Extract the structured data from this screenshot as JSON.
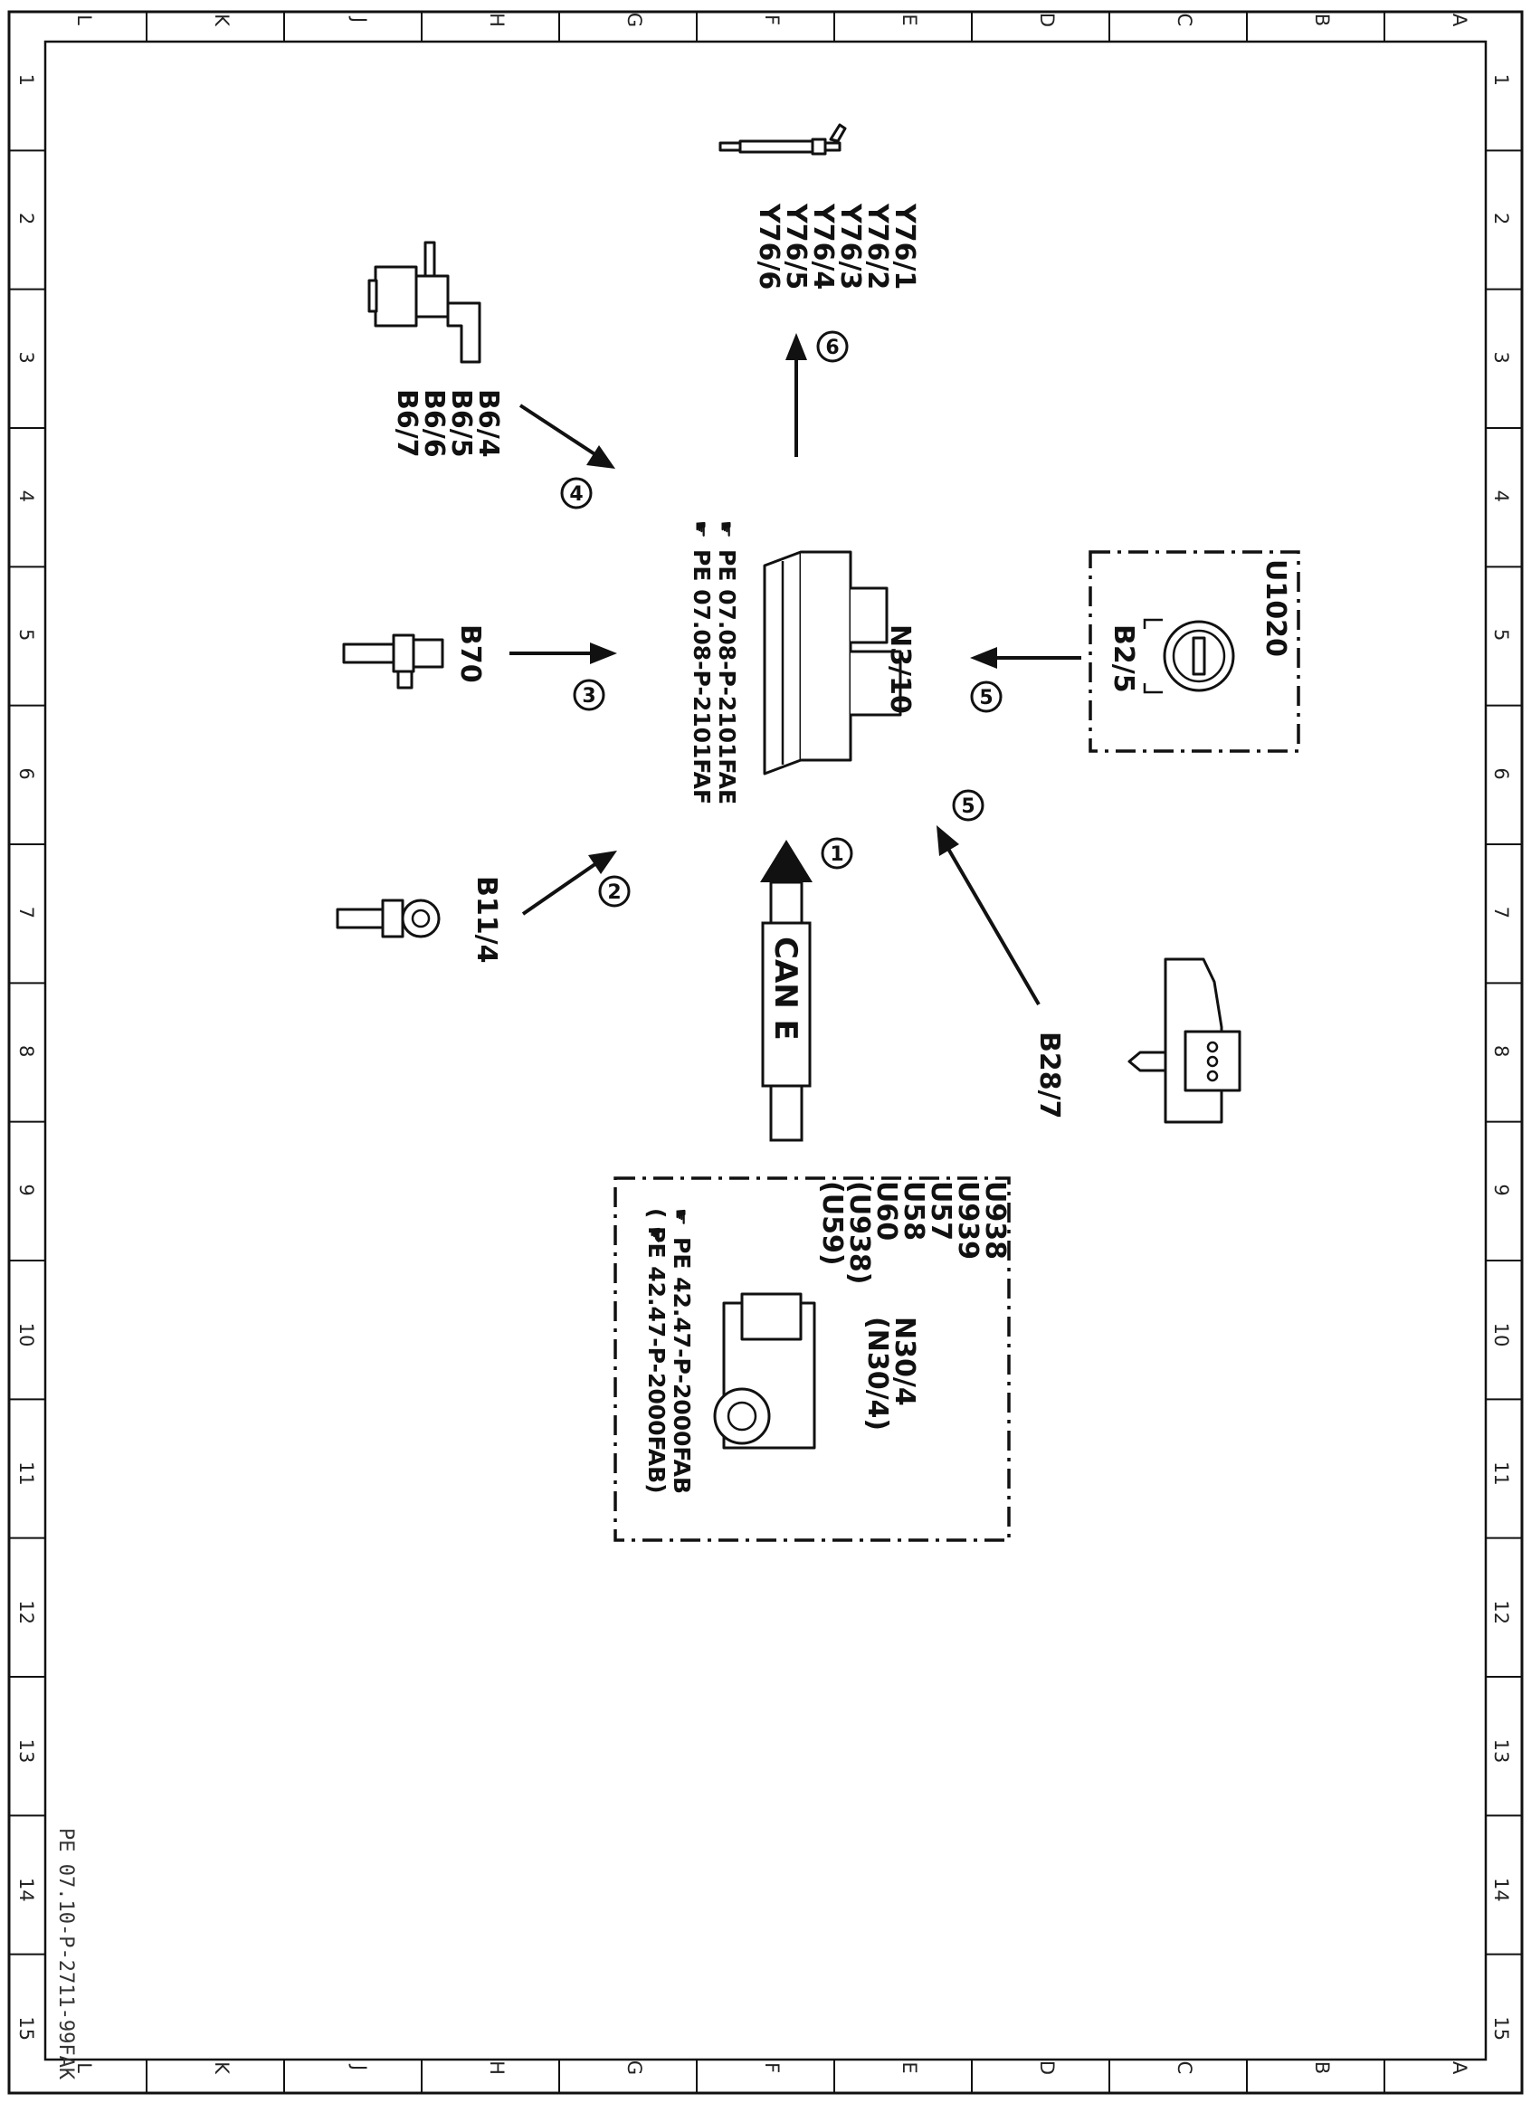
{
  "frame": {
    "top_letters": [
      "L",
      "K",
      "J",
      "H",
      "G",
      "F",
      "E",
      "D",
      "C",
      "B",
      "A"
    ],
    "side_numbers": [
      "1",
      "2",
      "3",
      "4",
      "5",
      "6",
      "7",
      "8",
      "9",
      "10",
      "11",
      "12",
      "13",
      "14",
      "15"
    ],
    "document_id": "PE 07.10-P-2711-99FAK"
  },
  "center": {
    "label": "N3/10",
    "refs": [
      "PE 07.08-P-2101FAE",
      "PE 07.08-P-2101FAF"
    ]
  },
  "inputs": [
    {
      "id": "1",
      "label": "CAN E"
    },
    {
      "id": "2",
      "label": "B11/4"
    },
    {
      "id": "3",
      "label": "B70"
    },
    {
      "id": "4",
      "lines": [
        "B6/4",
        "B6/5",
        "B6/6",
        "B6/7"
      ]
    },
    {
      "id": "5",
      "group": "U1020",
      "label": "B2/5"
    },
    {
      "id": "5",
      "label": "B28/7"
    },
    {
      "id": "6",
      "lines": [
        "Y76/1",
        "Y76/2",
        "Y76/3",
        "Y76/4",
        "Y76/5",
        "Y76/6"
      ]
    }
  ],
  "can_module": {
    "codes": [
      "U938",
      "U939",
      "U57",
      "U58",
      "U60",
      "(U938)",
      "(U59)"
    ],
    "label": "N30/4",
    "label_alt": "(N30/4)",
    "refs": [
      "PE 42.47-P-2000FAB",
      "(   PE 42.47-P-2000FAB)"
    ]
  },
  "icons": [
    "hand-pointer-icon"
  ]
}
